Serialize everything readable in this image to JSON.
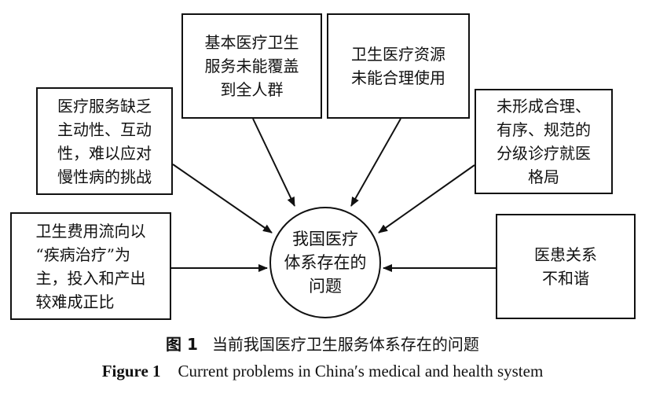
{
  "diagram": {
    "center": {
      "lines": [
        "我国医疗",
        "体系存在的",
        "问题"
      ]
    },
    "boxes": [
      {
        "id": "coverage",
        "lines": [
          "基本医疗卫生",
          "服务未能覆盖",
          "到全人群"
        ]
      },
      {
        "id": "resources",
        "lines": [
          "卫生医疗资源",
          "未能合理使用"
        ]
      },
      {
        "id": "initiative",
        "lines": [
          "医疗服务缺乏",
          "主动性、互动",
          "性，难以应对",
          "慢性病的挑战"
        ]
      },
      {
        "id": "tiered",
        "lines": [
          "未形成合理、",
          "有序、规范的",
          "分级诊疗就医",
          "格局"
        ]
      },
      {
        "id": "funding",
        "lines": [
          "卫生费用流向以",
          "“疾病治疗”为",
          "主，投入和产出",
          "较难成正比"
        ]
      },
      {
        "id": "relations",
        "lines": [
          "医患关系",
          "不和谐"
        ]
      }
    ]
  },
  "caption": {
    "cn_label": "图 1",
    "cn_text": "当前我国医疗卫生服务体系存在的问题",
    "en_label": "Figure 1",
    "en_text": "Current problems in China′s medical and health system"
  }
}
